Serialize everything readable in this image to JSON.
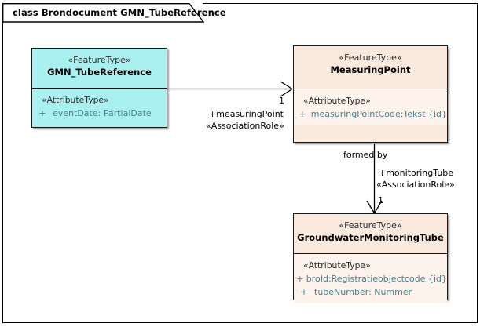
{
  "diagram": {
    "title": "class Brondocument GMN_TubeReference",
    "frame_border_color": "#000000",
    "background": "#ffffff"
  },
  "colors": {
    "cyan_fill": "#AAF0F0",
    "peach_fill": "#FAE9DD",
    "peach_body_fill": "#FDF3EC",
    "border": "#17171C",
    "attribute_text": "#4C7F8F",
    "stereotype_text": "#2B2B2B"
  },
  "classes": [
    {
      "id": "gmn-tube-reference",
      "stereotype": "«FeatureType»",
      "name": "GMN_TubeReference",
      "attribute_stereotype": "«AttributeType»",
      "attributes": [
        {
          "visibility": "+",
          "text": "eventDate: PartialDate"
        }
      ]
    },
    {
      "id": "measuring-point",
      "stereotype": "«FeatureType»",
      "name": "MeasuringPoint",
      "attribute_stereotype": "«AttributeType»",
      "attributes": [
        {
          "visibility": "+",
          "text": "measuringPointCode:Tekst {id}"
        }
      ]
    },
    {
      "id": "groundwater-monitoring-tube",
      "stereotype": "«FeatureType»",
      "name": "GroundwaterMonitoringTube",
      "attribute_stereotype": "«AttributeType»",
      "attributes": [
        {
          "visibility": "+",
          "text": "broId:Registratieobjectcode {id}"
        },
        {
          "visibility": "+",
          "text": "tubeNumber: Nummer"
        }
      ]
    }
  ],
  "associations": [
    {
      "id": "tubereference-to-measuringpoint",
      "from": "gmn-tube-reference",
      "to": "measuring-point",
      "name": "",
      "role": "+measuringPoint",
      "role_stereotype": "«AssociationRole»",
      "multiplicity": "1"
    },
    {
      "id": "measuringpoint-to-monitoringtube",
      "from": "measuring-point",
      "to": "groundwater-monitoring-tube",
      "name": "formed by",
      "role": "+monitoringTube",
      "role_stereotype": "«AssociationRole»",
      "multiplicity": "1"
    }
  ]
}
